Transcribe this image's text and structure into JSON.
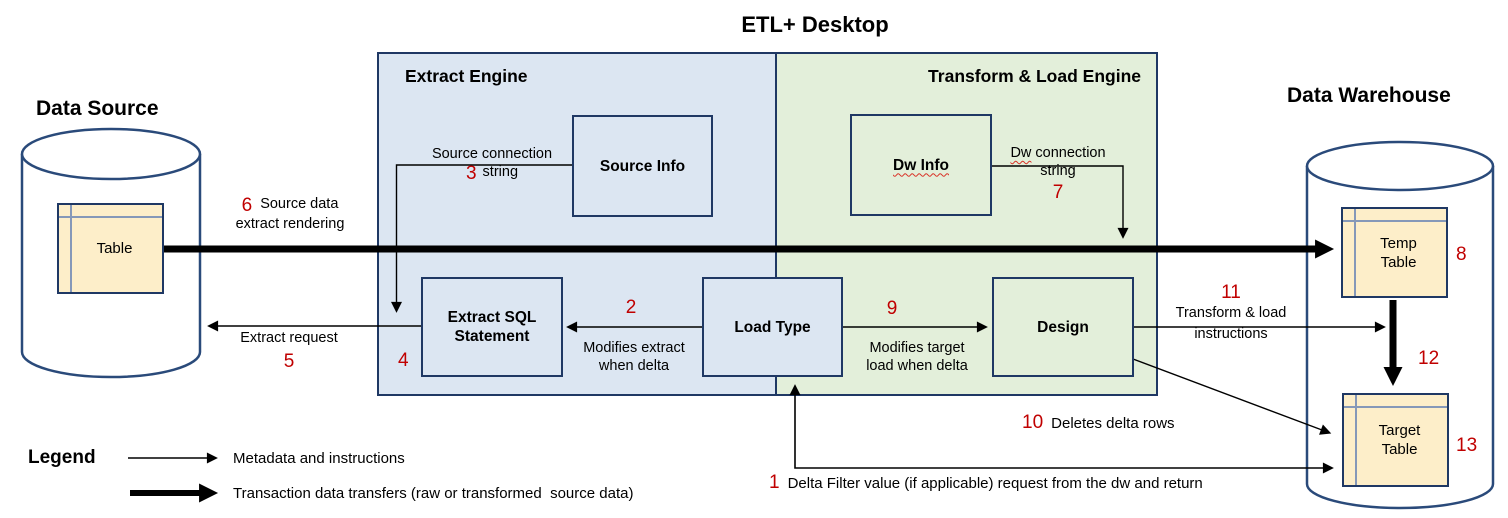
{
  "title": "ETL+ Desktop",
  "data_source": {
    "title": "Data Source",
    "table": "Table"
  },
  "data_warehouse": {
    "title": "Data Warehouse",
    "temp_table": "Temp Table",
    "target_table": "Target Table"
  },
  "engines": {
    "extract": {
      "title": "Extract Engine",
      "source_info": "Source Info",
      "extract_sql": "Extract SQL Statement",
      "load_type": "Load Type"
    },
    "transform_load": {
      "title": "Transform & Load Engine",
      "dw_info": "Dw Info",
      "design": "Design"
    }
  },
  "flows": {
    "f1": {
      "num": "1",
      "text": "Delta Filter value (if applicable) request from the dw and return"
    },
    "f2": {
      "num": "2",
      "line1": "Modifies extract",
      "line2": "when delta"
    },
    "f3": {
      "num": "3",
      "line1": "Source connection",
      "line2": "string"
    },
    "f4": {
      "num": "4"
    },
    "f5": {
      "num": "5",
      "text": "Extract request"
    },
    "f6": {
      "num": "6",
      "line1": "Source data",
      "line2": "extract rendering"
    },
    "f7": {
      "num": "7",
      "dw": "Dw",
      "line1_rest": "connection",
      "line2": "string"
    },
    "f8": {
      "num": "8"
    },
    "f9": {
      "num": "9",
      "line1": "Modifies target",
      "line2": "load when delta"
    },
    "f10": {
      "num": "10",
      "text": "Deletes delta rows"
    },
    "f11": {
      "num": "11",
      "line1": "Transform & load",
      "line2": "instructions"
    },
    "f12": {
      "num": "12"
    },
    "f13": {
      "num": "13"
    }
  },
  "legend": {
    "title": "Legend",
    "thin_arrow_label": "Metadata and instructions",
    "thick_arrow_label": "Transaction data transfers (raw or transformed  source data)"
  },
  "colors": {
    "border_navy": "#1f3864",
    "engine_blue": "#dce6f2",
    "engine_green": "#e3efda",
    "table_tan": "#fdeec9",
    "number_red": "#c00000",
    "cylinder_stroke": "#2a4a7a"
  }
}
